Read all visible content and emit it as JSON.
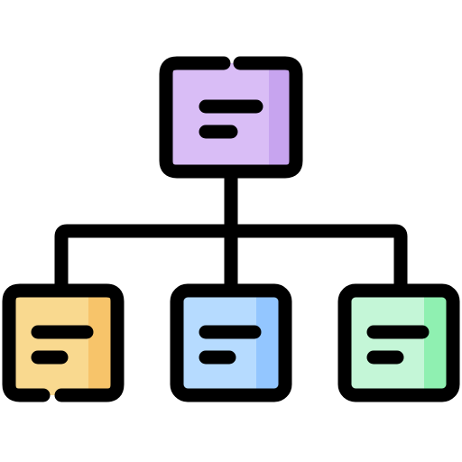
{
  "icon": {
    "name": "hierarchy-structure-icon",
    "nodes": [
      {
        "id": "root",
        "fill": "#D9BDF6",
        "shade": "#C7A4EF"
      },
      {
        "id": "child-left",
        "fill": "#F9D98F",
        "shade": "#F7C46A"
      },
      {
        "id": "child-middle",
        "fill": "#B6DBFF",
        "shade": "#93C6FF"
      },
      {
        "id": "child-right",
        "fill": "#C4F6D7",
        "shade": "#8FF0B1"
      }
    ],
    "stroke": "#000000",
    "background": "#FFFFFF"
  }
}
